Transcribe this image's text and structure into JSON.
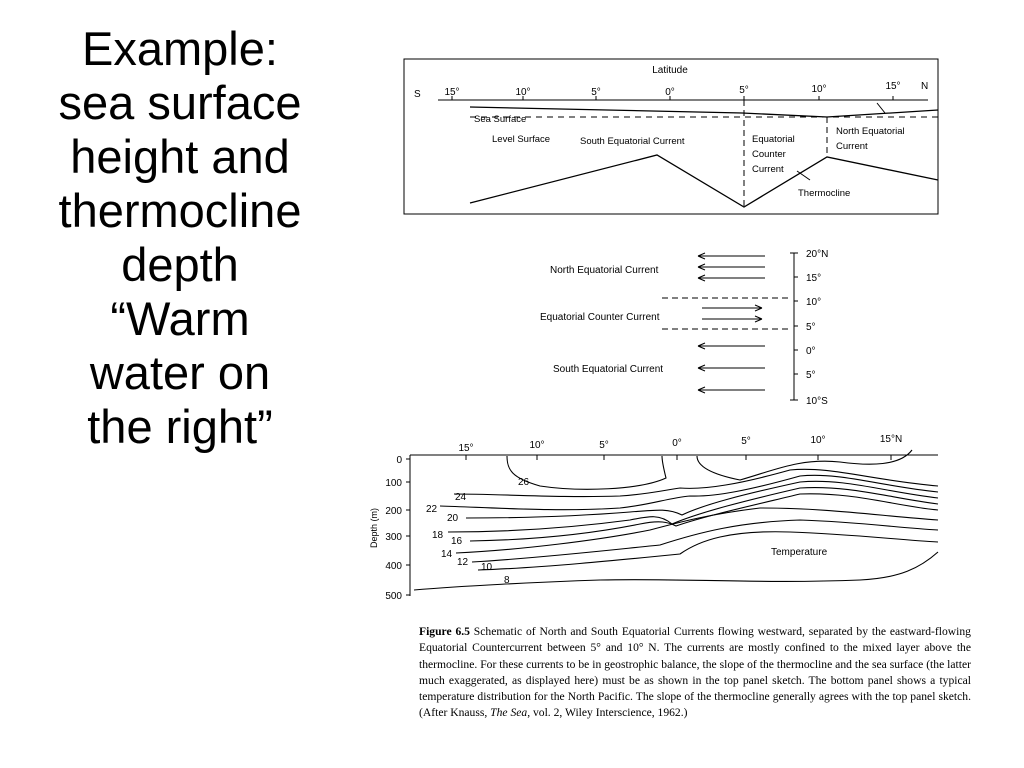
{
  "slide": {
    "title_lines": [
      "Example:",
      "sea surface",
      "height and",
      "thermocline",
      "depth",
      "“Warm",
      "water on",
      "the right”"
    ]
  },
  "top_panel": {
    "axis_title": "Latitude",
    "south_label": "S",
    "north_label": "N",
    "lat_ticks": [
      "15°",
      "10°",
      "5°",
      "0°",
      "5°",
      "10°",
      "15°"
    ],
    "labels": {
      "sea_surface": "Sea Surface",
      "level_surface": "Level Surface",
      "sec": "South Equatorial Current",
      "ecc_lines": [
        "Equatorial",
        "Counter",
        "Current"
      ],
      "nec_lines": [
        "North Equatorial",
        "Current"
      ],
      "thermocline": "Thermocline"
    }
  },
  "middle_panel": {
    "currents": {
      "nec": "North Equatorial Current",
      "ecc": "Equatorial Counter Current",
      "sec": "South Equatorial Current"
    },
    "lat_labels": [
      "20°N",
      "15°",
      "10°",
      "5°",
      "0°",
      "5°",
      "10°S"
    ]
  },
  "bottom_panel": {
    "lat_ticks": [
      "15°",
      "10°",
      "5°",
      "0°",
      "5°",
      "10°",
      "15°N"
    ],
    "depth_axis_label": "Depth (m)",
    "depth_ticks": [
      "0",
      "100",
      "200",
      "300",
      "400",
      "500"
    ],
    "isotherm_labels": [
      "26",
      "24",
      "22",
      "20",
      "18",
      "16",
      "14",
      "12",
      "10",
      "8"
    ],
    "panel_label": "Temperature"
  },
  "caption": {
    "figure_label": "Figure 6.5",
    "text_main": "  Schematic of North and South Equatorial Currents flowing westward, separated by the eastward-flowing Equatorial Countercurrent between 5° and 10° N. The currents are mostly confined to the mixed layer above the thermocline. For these currents to be in geostrophic balance, the slope of the thermocline and the sea surface (the latter much exaggerated, as displayed here) must be as shown in the top panel sketch. The bottom panel shows a typical temperature distribution for the North Pacific. The slope of the thermocline generally agrees with the top panel sketch. (After Knauss, ",
    "book_title": "The Sea",
    "text_end": ", vol. 2, Wiley Interscience, 1962.)"
  },
  "colors": {
    "ink": "#000000",
    "background": "#ffffff"
  }
}
